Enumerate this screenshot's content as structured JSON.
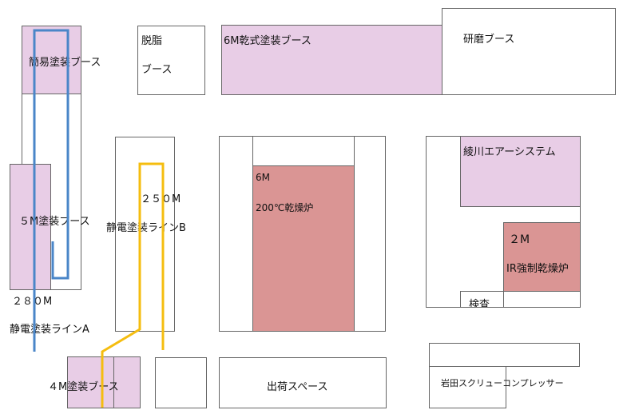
{
  "areas": {
    "simple_booth": "簡易塗装ブース",
    "degrease_booth_line1": "脱脂",
    "degrease_booth_line2": "ブース",
    "dry_booth_6m": "6M乾式塗装ブース",
    "polish_booth": "研磨ブース",
    "booth_5m": "５M塗装ブース",
    "line_a_length": "２８０M",
    "line_a": "静電塗装ラインA",
    "line_b_length": "２５０M",
    "line_b": "静電塗装ラインB",
    "oven_size": "6M",
    "oven_name": "200℃乾燥炉",
    "air_system": "綾川エアーシステム",
    "ir_size": "２M",
    "ir_oven": "IR強制乾燥炉",
    "inspection": "検査",
    "booth_4m": "４M塗装ブース",
    "shipping": "出荷スペース",
    "compressor": "岩田スクリューコンプレッサー"
  },
  "colors": {
    "booth": "#e8cde6",
    "oven": "#da9594",
    "line_a": "#4a86c8",
    "line_b": "#f5bd0f"
  }
}
